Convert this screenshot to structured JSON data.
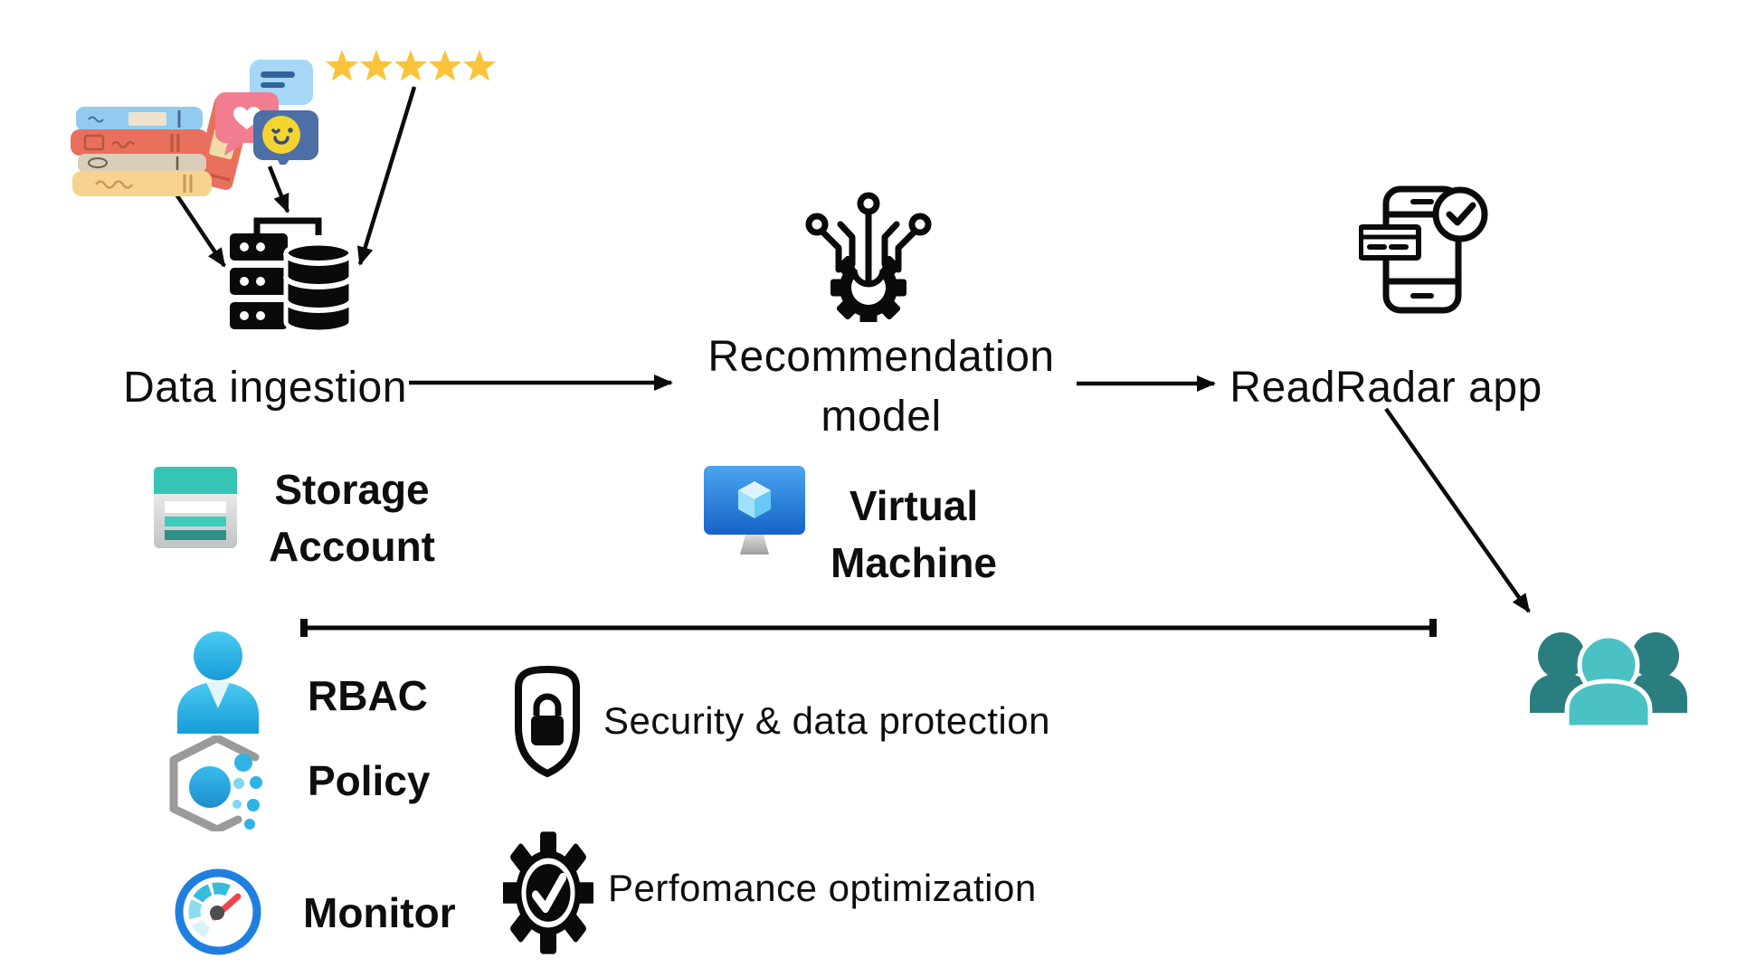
{
  "diagram": {
    "flow": {
      "data_ingestion": {
        "label": "Data ingestion"
      },
      "recommendation_model": {
        "line1": "Recommendation",
        "line2": "model"
      },
      "readradar_app": {
        "label": "ReadRadar app"
      }
    },
    "resources": {
      "storage_account": {
        "line1": "Storage",
        "line2": "Account"
      },
      "virtual_machine": {
        "line1": "Virtual",
        "line2": "Machine"
      }
    },
    "governance": {
      "rbac": {
        "label": "RBAC"
      },
      "policy": {
        "label": "Policy"
      },
      "monitor": {
        "label": "Monitor"
      }
    },
    "practices": {
      "security": {
        "label": "Security & data protection"
      },
      "performance": {
        "label": "Perfomance optimization"
      }
    },
    "icons": {
      "books": "book-stack-illustration",
      "social": "social-feedback-bubbles",
      "stars": "five-star-rating",
      "database": "server-database",
      "model": "ai-gear-circuit",
      "app": "mobile-app-check",
      "storage": "azure-storage-account",
      "vm": "azure-virtual-machine",
      "rbac": "azure-rbac-user",
      "policy": "azure-policy",
      "monitor": "azure-monitor-gauge",
      "security": "shield-lock",
      "performance": "gear-check",
      "users": "user-group"
    },
    "colors": {
      "ink": "#0d0d0d",
      "teal": "#35C4B5",
      "teal_dark": "#2F9185",
      "azure_blue": "#1E73D2",
      "cyan": "#29B2E0",
      "users_front": "#4AC2C3",
      "users_back": "#2B7E7F",
      "star_gold": "#F9C43C",
      "heart_pink": "#F17E90",
      "bubble_blue": "#A6D7F7",
      "bubble_navy": "#4C6FA5",
      "smiley_yellow": "#F5D330",
      "needle_red": "#EE4450"
    }
  }
}
